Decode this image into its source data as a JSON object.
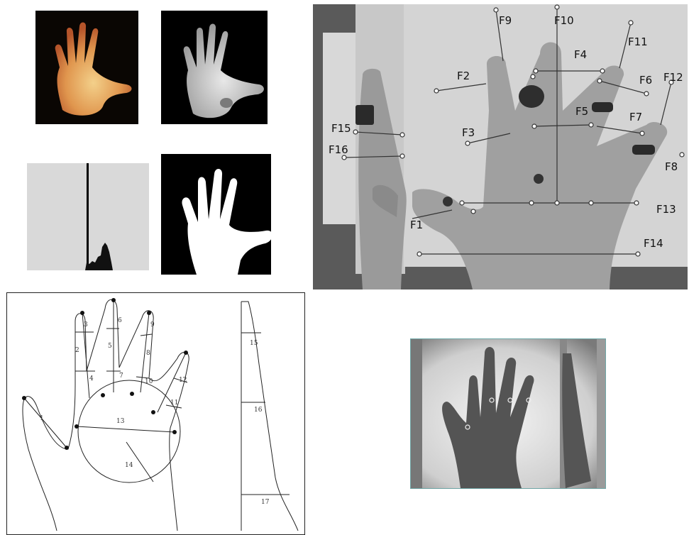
{
  "photo_panel": {
    "labels": [
      "F1",
      "F2",
      "F3",
      "F4",
      "F5",
      "F6",
      "F7",
      "F8",
      "F9",
      "F10",
      "F11",
      "F12",
      "F13",
      "F14",
      "F15",
      "F16"
    ]
  },
  "diagram_panel": {
    "numbers": [
      "1",
      "2",
      "3",
      "4",
      "5",
      "6",
      "7",
      "8",
      "9",
      "10",
      "11",
      "12",
      "13",
      "14",
      "15",
      "16",
      "17"
    ]
  }
}
